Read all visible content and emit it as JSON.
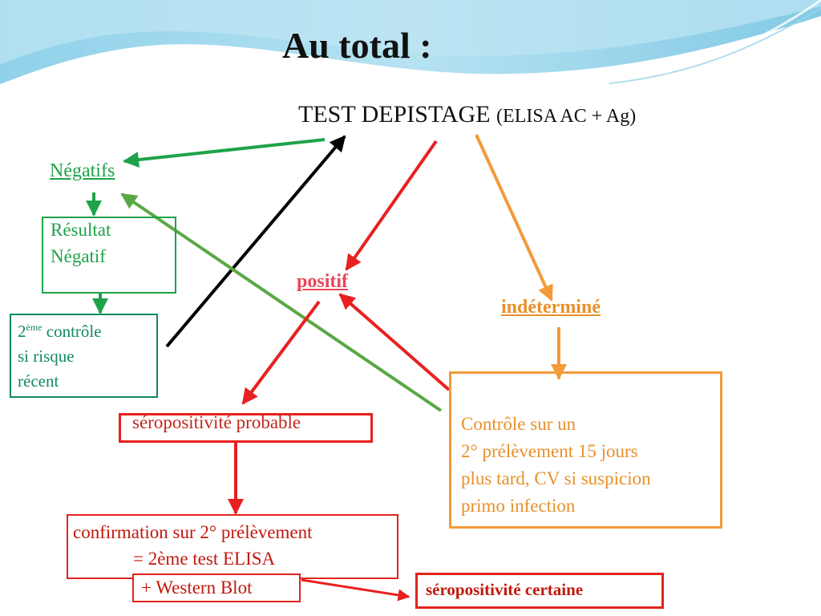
{
  "slide": {
    "title": "Au total :",
    "test_main": "TEST DEPISTAGE",
    "test_paren": "(ELISA AC + Ag)"
  },
  "nodes": {
    "negatifs": "Négatifs",
    "resultat_line1": "Résultat",
    "resultat_line2": "Négatif",
    "controle2_number": "2",
    "controle2_sup": "ème",
    "controle2_line1_rest": " contrôle",
    "controle2_line2": "si risque",
    "controle2_line3": "récent",
    "positif": "positif",
    "indetermine": "indéterminé",
    "seropositivite_probable": "séropositivité probable",
    "controle_line1": "Contrôle sur un",
    "controle_line2": "2° prélèvement 15 jours",
    "controle_line3": "plus tard, CV si suspicion",
    "controle_line4": "primo infection",
    "confirmation_line1": "confirmation sur 2° prélèvement",
    "confirmation_line2": "= 2ème test ELISA",
    "western_blot": "+ Western Blot",
    "seropositivite_certaine": "séropositivité certaine"
  },
  "colors": {
    "green": "#1fa24a",
    "green_dark": "#138a5e",
    "green_line": "#5aa845",
    "red": "#e82020",
    "orange": "#f39a3a",
    "black": "#000000"
  }
}
